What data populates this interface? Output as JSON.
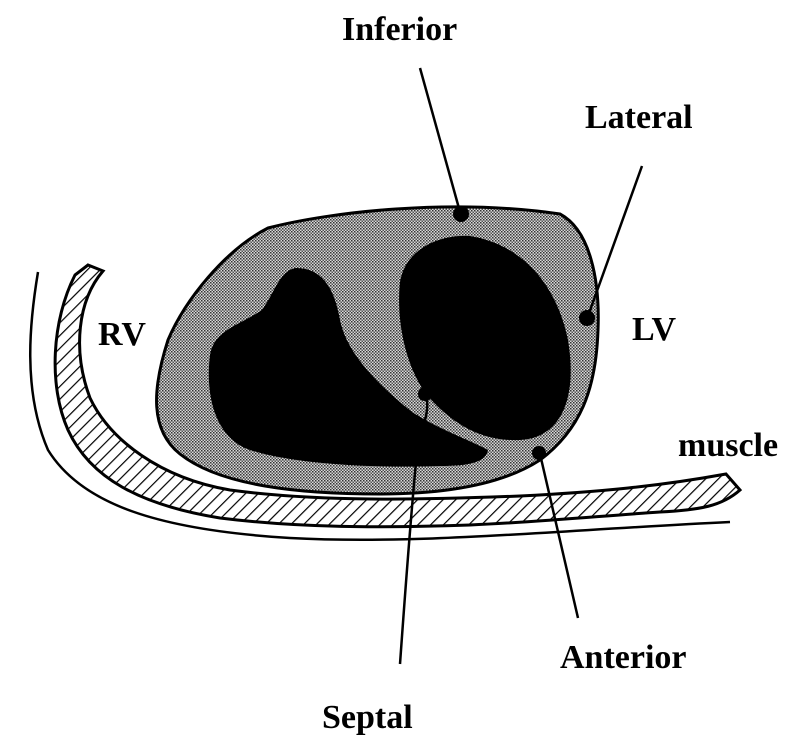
{
  "labels": {
    "inferior": "Inferior",
    "lateral": "Lateral",
    "rv": "RV",
    "lv": "LV",
    "muscle": "muscle",
    "anterior": "Anterior",
    "septal": "Septal"
  },
  "colors": {
    "ink": "#000000",
    "paper": "#ffffff",
    "myocardium_stipple": "#8a8a8a"
  }
}
